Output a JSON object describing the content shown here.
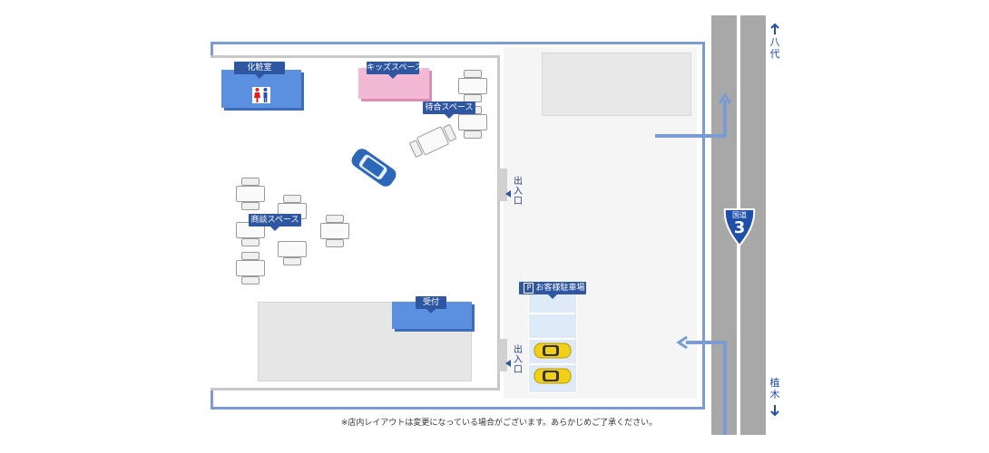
{
  "labels": {
    "restroom": "化粧室",
    "kids_space": "キッズスペース",
    "waiting_space": "待合スペース",
    "consultation_space": "商談スペース",
    "reception": "受付",
    "entrance_1": "出入口",
    "entrance_2": "出入口",
    "parking": "お客様駐車場",
    "parking_icon": "P"
  },
  "roads": {
    "north": "八代",
    "south": "植木",
    "route_label": "国道",
    "route_number": "3"
  },
  "notice": "※店内レイアウトは変更になっている場合がございます。あらかじめご了承ください。",
  "colors": {
    "outline": "#7a9bd4",
    "label_bg": "#2f56a0",
    "restroom": "#5b8fe0",
    "kids": "#f2b8d4",
    "reception": "#5b8fe0",
    "road": "#a8a8a8",
    "route_sign": "#1f4fa8",
    "car_blue": "#2d67b7",
    "car_yellow": "#f2d019"
  },
  "icons": [
    "restroom-icon",
    "north-arrow-icon",
    "south-arrow-icon",
    "route-shield-icon",
    "parking-icon",
    "entry-arrow-icon",
    "exit-arrow-icon",
    "car-icon"
  ]
}
